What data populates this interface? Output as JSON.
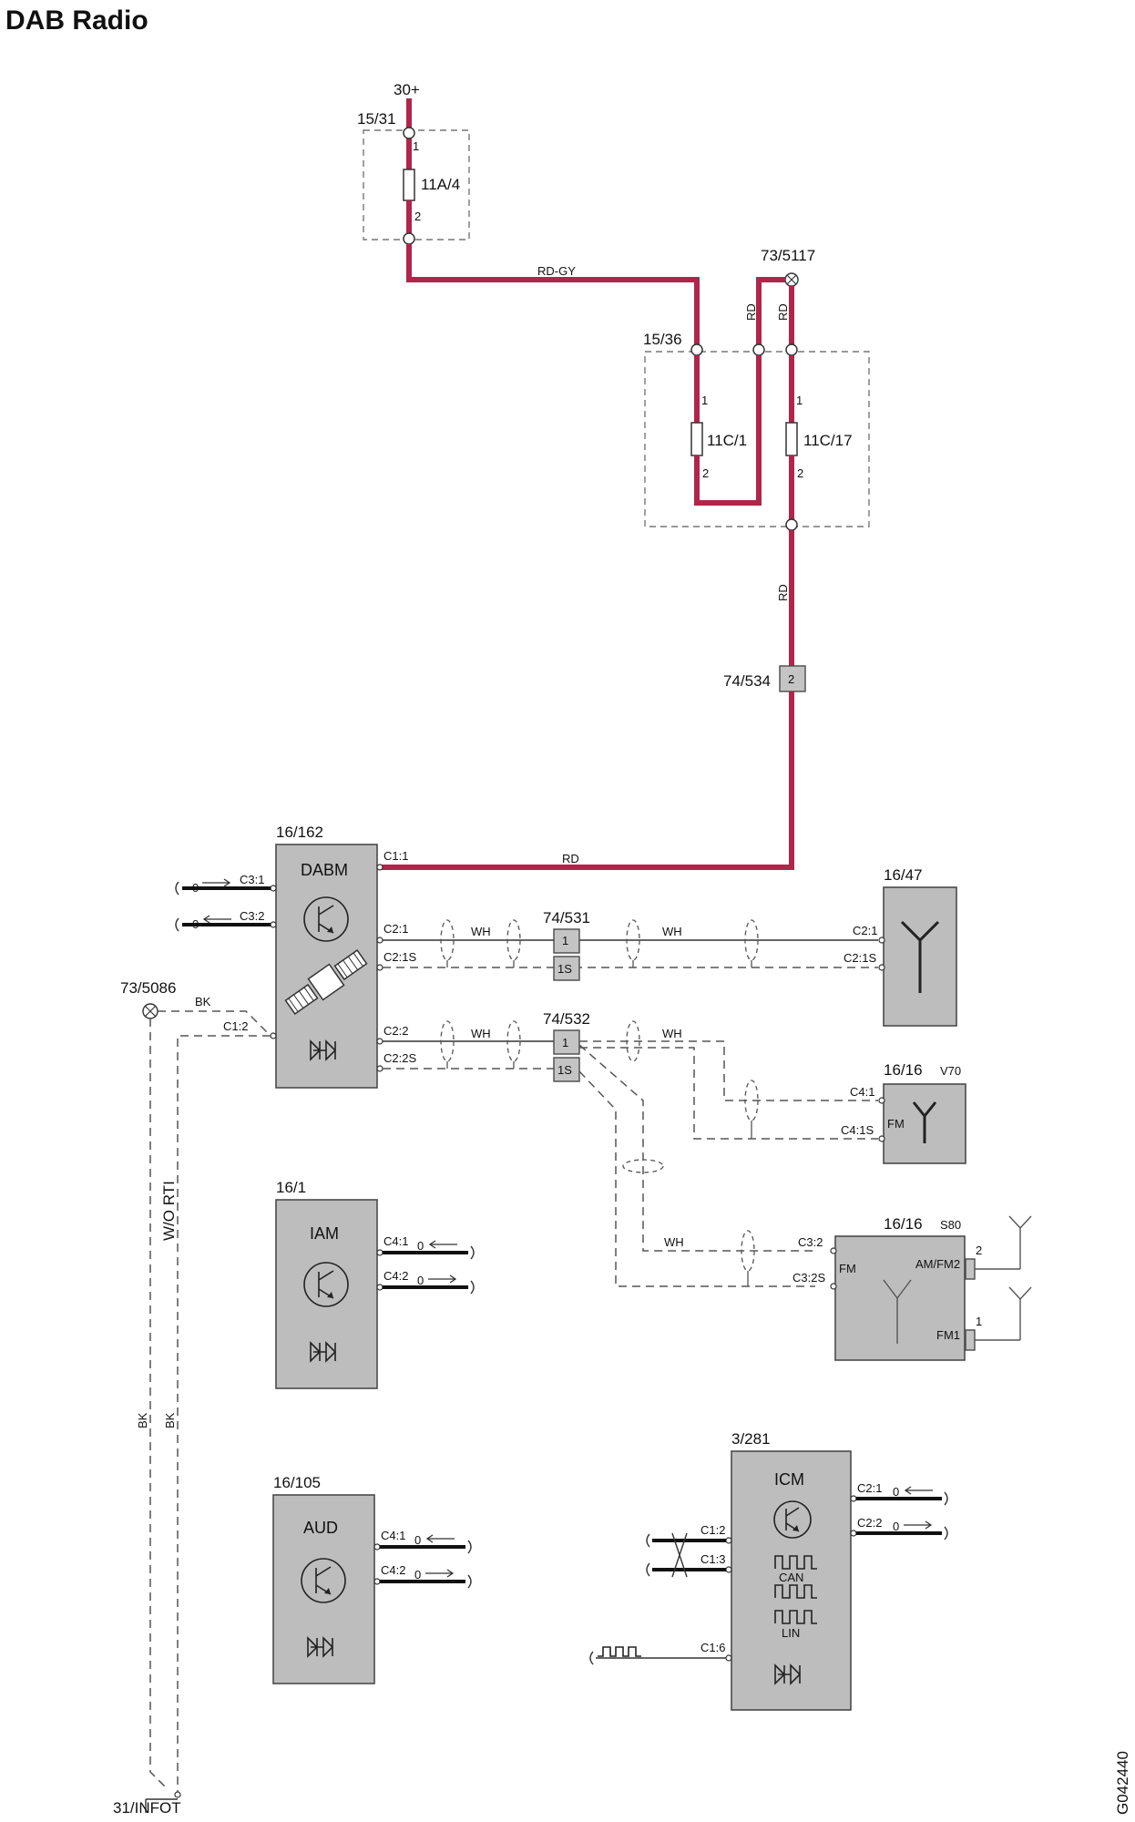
{
  "title": "DAB Radio",
  "drawing_id": "G042440",
  "supply": {
    "feed": "30+",
    "fuse_box_1": "15/31",
    "fuse_1": "11A/4",
    "fuse_box_2": "15/36",
    "fuse_2": "11C/1",
    "fuse_3": "11C/17",
    "ground_point_top": "73/5117",
    "connector_534": "74/534",
    "pin_1": "1",
    "pin_2": "2"
  },
  "wire_colors": {
    "rd_gy": "RD-GY",
    "rd": "RD",
    "wh": "WH",
    "bk": "BK",
    "red_hex": "#b0264a"
  },
  "modules": {
    "dabm": {
      "id": "16/162",
      "name": "DABM",
      "pins": [
        "C1:1",
        "C3:1",
        "C3:2",
        "C2:1",
        "C2:1S",
        "C1:2",
        "C2:2",
        "C2:2S"
      ]
    },
    "antenna_47": {
      "id": "16/47",
      "pins": [
        "C2:1",
        "C2:1S"
      ]
    },
    "antenna_v70": {
      "id": "16/16",
      "variant": "V70",
      "fm": "FM",
      "pins": [
        "C4:1",
        "C4:1S"
      ]
    },
    "antenna_s80": {
      "id": "16/16",
      "variant": "S80",
      "fm": "FM",
      "am_fm2": "AM/FM2",
      "fm1": "FM1",
      "pins": [
        "C3:2",
        "C3:2S"
      ],
      "pin_2": "2",
      "pin_1": "1"
    },
    "iam": {
      "id": "16/1",
      "name": "IAM",
      "pins": [
        "C4:1",
        "C4:2"
      ]
    },
    "aud": {
      "id": "16/105",
      "name": "AUD",
      "pins": [
        "C4:1",
        "C4:2"
      ]
    },
    "icm": {
      "id": "3/281",
      "name": "ICM",
      "pins": [
        "C2:1",
        "C2:2",
        "C1:2",
        "C1:3",
        "C1:6"
      ],
      "can": "CAN",
      "lin": "LIN"
    }
  },
  "connectors": {
    "c531": {
      "id": "74/531",
      "pins": [
        "1",
        "1S"
      ]
    },
    "c532": {
      "id": "74/532",
      "pins": [
        "1",
        "1S"
      ]
    }
  },
  "grounds": {
    "g5086": "73/5086",
    "infot": "31/INFOT",
    "wo_rti": "W/O RTI"
  },
  "signal_zero": "0"
}
